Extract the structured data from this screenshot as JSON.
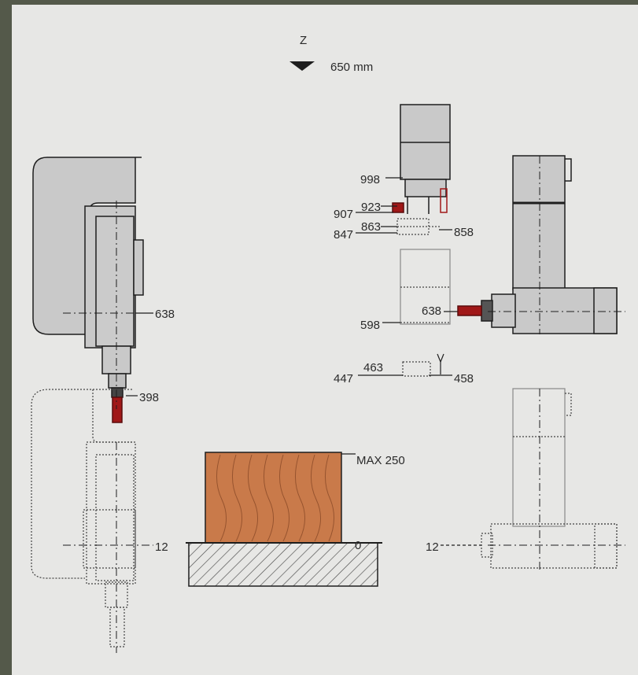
{
  "axis": {
    "label": "Z",
    "stroke": "650 mm"
  },
  "labels": {
    "head_height": "638",
    "tool_length": "398",
    "vertical_min": "12",
    "workpiece_max": "MAX 250",
    "table_zero": "0",
    "top_998": "998",
    "top_907": "907",
    "top_923": "923",
    "top_847": "847",
    "top_863": "863",
    "top_858": "858",
    "side_598": "598",
    "side_638": "638",
    "low_447": "447",
    "low_463": "463",
    "low_458": "458",
    "horizontal_min": "12"
  },
  "colors": {
    "background": "#54594a",
    "panel": "#e7e7e5",
    "machine_fill": "#c9c9c9",
    "line": "#1e1e1e",
    "tool_red": "#a01818",
    "wood": "#c97a4a",
    "table_hatch": "#4a4a4a"
  }
}
